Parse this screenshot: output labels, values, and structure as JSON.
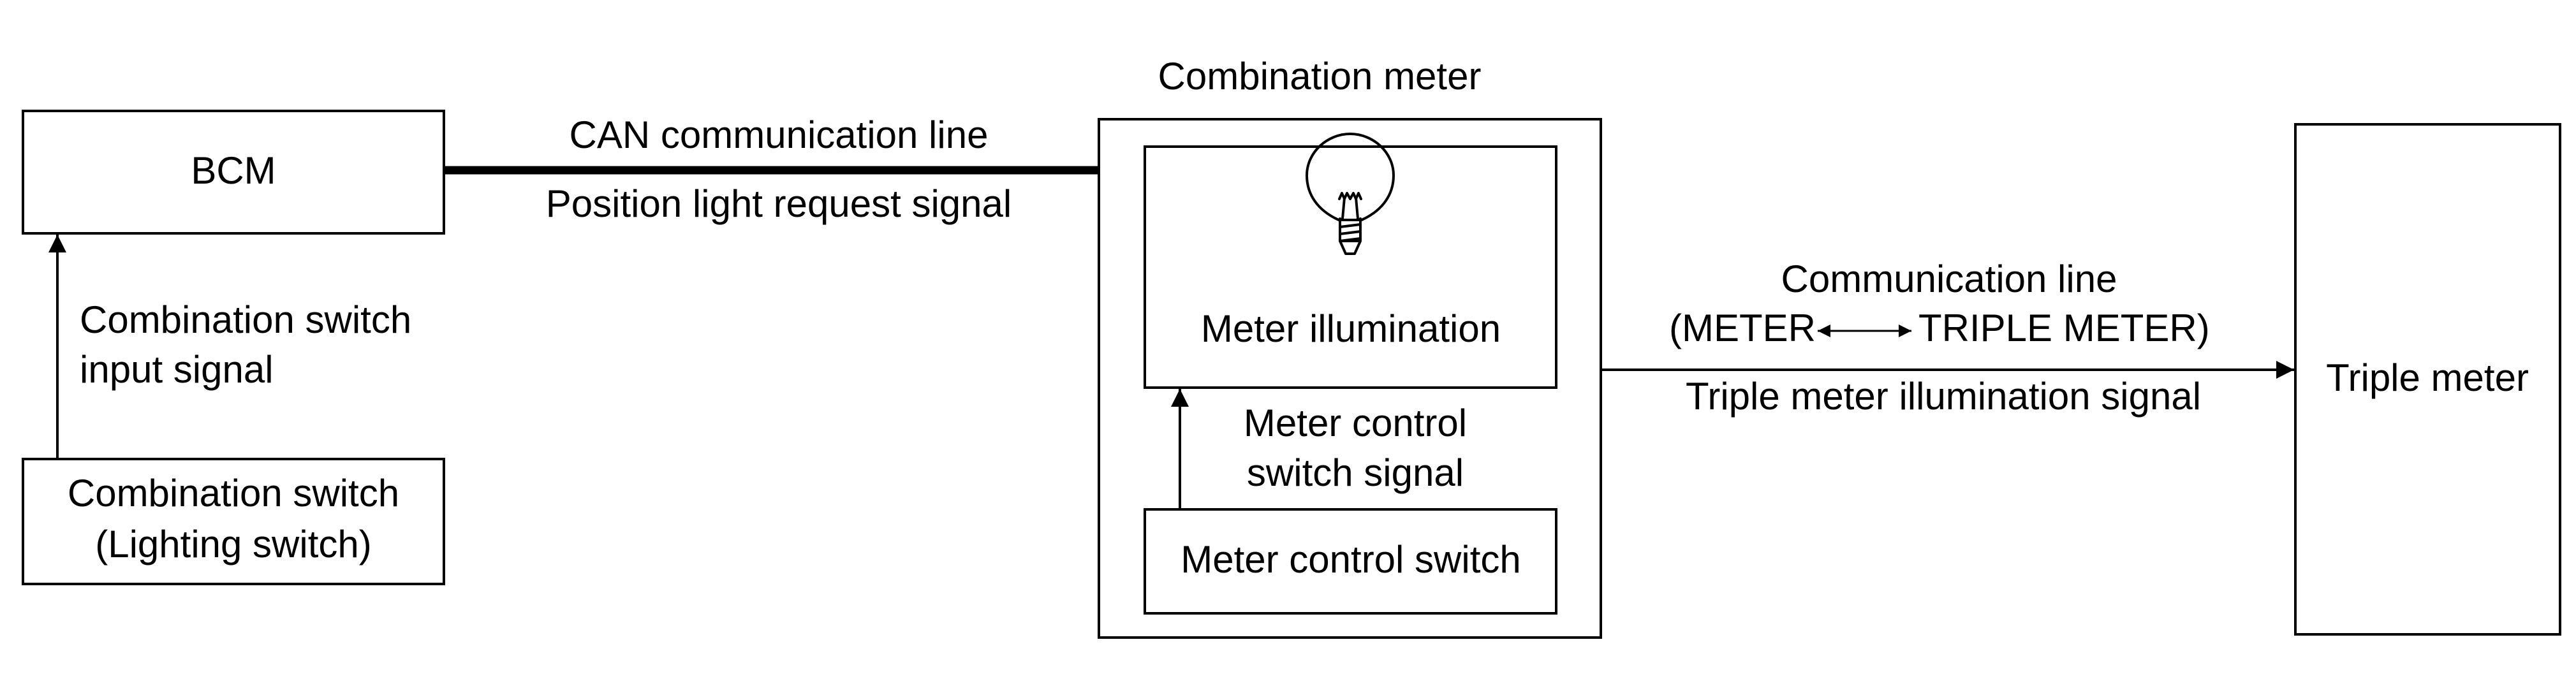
{
  "colors": {
    "ink": "#000000",
    "background": "#ffffff"
  },
  "blocks": {
    "bcm": {
      "label": "BCM"
    },
    "combination_switch": {
      "line1": "Combination switch",
      "line2": "(Lighting switch)"
    },
    "combination_meter": {
      "title": "Combination meter",
      "meter_illumination": {
        "label": "Meter illumination",
        "icon": "light-bulb-icon"
      },
      "meter_control_switch": {
        "label": "Meter control switch"
      }
    },
    "triple_meter": {
      "label": "Triple meter"
    }
  },
  "connections": {
    "can_line": {
      "label": "CAN communication line",
      "signal": "Position light request signal",
      "direction": "bidirectional"
    },
    "switch_to_bcm": {
      "line1": "Combination switch",
      "line2": "input signal",
      "direction": "up"
    },
    "meter_control": {
      "line1": "Meter control",
      "line2": "switch signal",
      "direction": "up"
    },
    "meter_to_triple": {
      "line1": "Communication line",
      "line2_left": "(METER",
      "line2_right": "TRIPLE METER)",
      "signal": "Triple meter illumination signal",
      "direction": "right"
    }
  }
}
